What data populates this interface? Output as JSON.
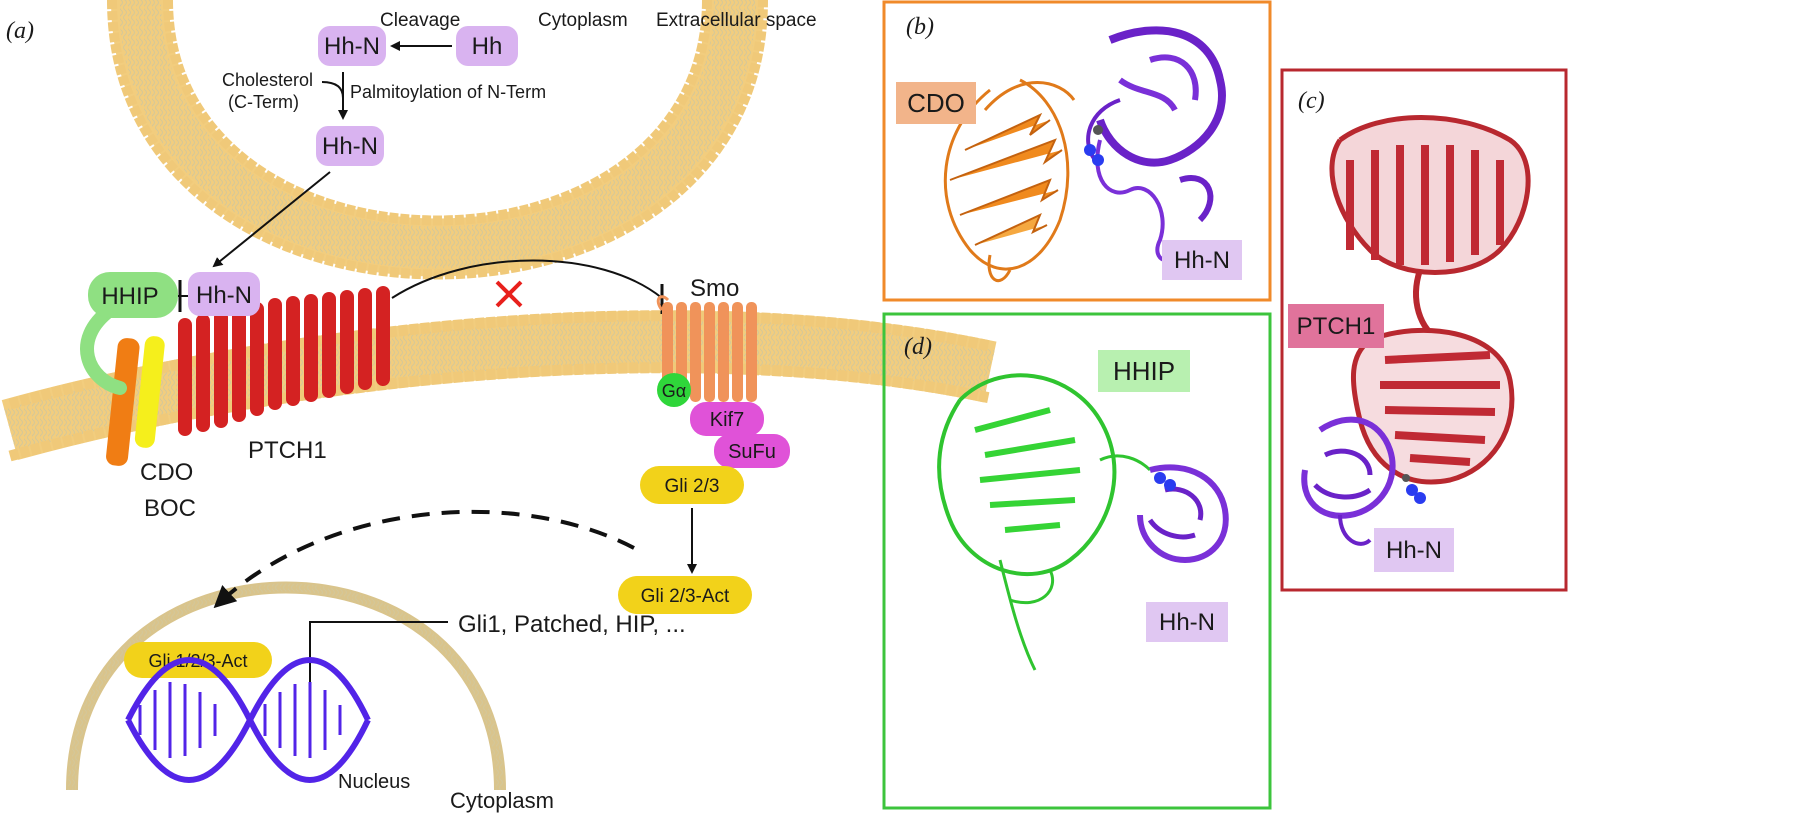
{
  "panels": {
    "a": "(a)",
    "b": "(b)",
    "c": "(c)",
    "d": "(d)"
  },
  "pathway": {
    "cleavage": "Cleavage",
    "cytoplasm_top": "Cytoplasm",
    "extracellular": "Extracellular space",
    "hh": "Hh",
    "hhn_top": "Hh-N",
    "cholesterol": "Cholesterol",
    "cterm": "(C-Term)",
    "palmitoylation": "Palmitoylation of N-Term",
    "hhn_mid": "Hh-N",
    "hhn_bound": "Hh-N",
    "hhip": "HHIP",
    "ptch1": "PTCH1",
    "cdo": "CDO",
    "boc": "BOC",
    "smo": "Smo",
    "galpha": "Gα",
    "kif7": "Kif7",
    "sufu": "SuFu",
    "gli23": "Gli 2/3",
    "gli23act": "Gli 2/3-Act",
    "gli123act": "Gli 1/2/3-Act",
    "targets": "Gli1, Patched, HIP, ...",
    "nucleus": "Nucleus",
    "cytoplasm_bottom": "Cytoplasm"
  },
  "structures": {
    "b_cdo": "CDO",
    "b_hhn": "Hh-N",
    "d_hhip": "HHIP",
    "d_hhn": "Hh-N",
    "c_ptch1": "PTCH1",
    "c_hhn": "Hh-N"
  },
  "colors": {
    "membrane_head": "#f2cd7e",
    "membrane_tail": "#d9cfa8",
    "hh_purple": "#d9b3f0",
    "ptch1_red": "#d42222",
    "smo_orange": "#f0935a",
    "cdo_orange": "#f07d14",
    "boc_yellow": "#f5ef1c",
    "hhip_green": "#8fe082",
    "galpha_green": "#2fd63a",
    "kif7_magenta": "#e052d8",
    "gli_yellow": "#f2d21a",
    "dna_blue": "#5224e8",
    "panel_b_border": "#f08a2a",
    "panel_c_border": "#b8282f",
    "panel_d_border": "#3cc43c",
    "ptch1_label_bg": "#e0739b",
    "cdo_label_bg": "#f2b48a",
    "hhip_label_bg": "#b8f0b0",
    "hhn_label_bg": "#e0c7f2",
    "inhibit_x": "#e8201c"
  }
}
